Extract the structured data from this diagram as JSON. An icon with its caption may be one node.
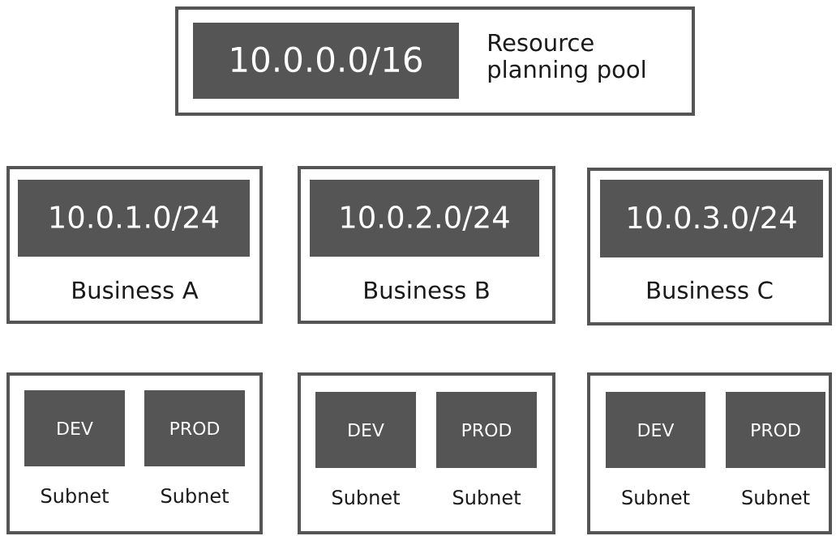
{
  "diagram": {
    "nodes": [
      {
        "text": [
          "Resource planning pool"
        ]
      },
      {
        "text": [
          "10.0.0.0/16"
        ],
        "in": 0
      },
      {
        "text": [
          "Business A"
        ]
      },
      {
        "text": [
          "10.0.1.0/24"
        ],
        "in": 2
      },
      {
        "text": [
          "Business B"
        ]
      },
      {
        "text": [
          "10.0.2.0/24"
        ],
        "in": 4
      },
      {
        "text": [
          "Business C"
        ]
      },
      {
        "text": [
          "10.0.3.0/24"
        ],
        "in": 6
      },
      {
        "text": [],
        "shape": "box"
      },
      {
        "text": [
          "DEV"
        ],
        "in": 8,
        "beside": [
          "Subnet"
        ]
      },
      {
        "text": [
          "PROD"
        ],
        "in": 8,
        "beside": [
          "Subnet"
        ]
      },
      {
        "text": [],
        "shape": "box"
      },
      {
        "text": [
          "DEV"
        ],
        "in": 11,
        "beside": [
          "Subnet"
        ]
      },
      {
        "text": [
          "PROD"
        ],
        "in": 11,
        "beside": [
          "Subnet"
        ]
      },
      {
        "text": [],
        "shape": "box"
      },
      {
        "text": [
          "DEV"
        ],
        "in": 14,
        "beside": [
          "Subnet"
        ]
      },
      {
        "text": [
          "PROD"
        ],
        "in": 14,
        "beside": [
          "Subnet"
        ]
      }
    ]
  }
}
